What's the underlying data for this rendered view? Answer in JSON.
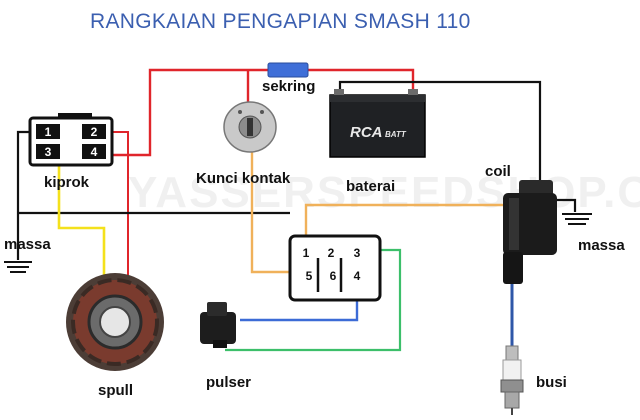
{
  "title": "RANGKAIAN PENGAPIAN SMASH 110",
  "watermark": "YASSERSPEEDSHOP.COM",
  "labels": {
    "sekring": "sekring",
    "kiprok": "kiprok",
    "kunci_kontak": "Kunci kontak",
    "baterai": "baterai",
    "coil": "coil",
    "massa_left": "massa",
    "massa_right": "massa",
    "spull": "spull",
    "pulser": "pulser",
    "busi": "busi"
  },
  "kiprok_pins": [
    "1",
    "2",
    "3",
    "4"
  ],
  "cdi_pins": [
    "1",
    "2",
    "3",
    "5",
    "6",
    "4"
  ],
  "battery_text": {
    "brand": "RCA",
    "suffix": "BATT"
  },
  "wire_colors": {
    "red": "#e0252b",
    "black": "#111111",
    "yellow": "#f4e11c",
    "orange": "#f0b15a",
    "blue": "#3c6bd6",
    "green": "#3cbf6a",
    "fuse": "#3f6fd8"
  }
}
